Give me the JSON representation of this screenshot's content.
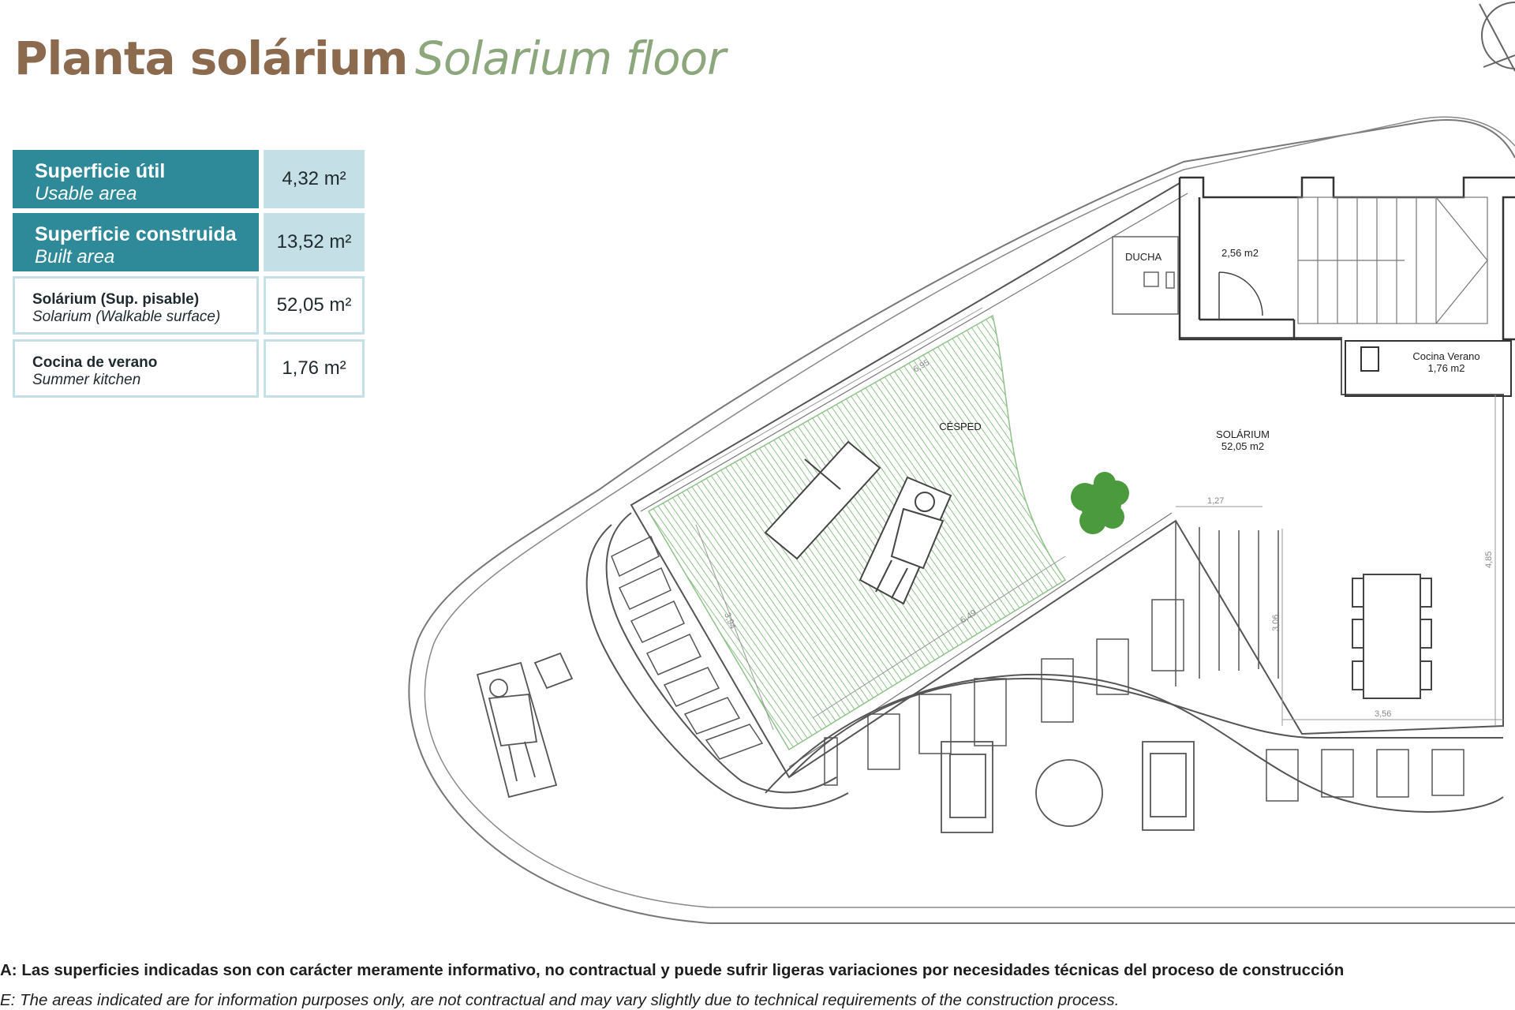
{
  "header": {
    "title_es": "Planta solárium",
    "title_en": "Solarium floor"
  },
  "areas": [
    {
      "label_es": "Superficie útil",
      "label_en": "Usable area",
      "value": "4,32 m²"
    },
    {
      "label_es": "Superficie construida",
      "label_en": "Built area",
      "value": "13,52 m²"
    },
    {
      "label_es": "Solárium (Sup. pisable)",
      "label_en": "Solarium (Walkable surface)",
      "value": "52,05 m²"
    },
    {
      "label_es": "Cocina de verano",
      "label_en": "Summer kitchen",
      "value": "1,76 m²"
    }
  ],
  "plan": {
    "labels": {
      "ducha": "DUCHA",
      "room_area": "2,56  m2",
      "cocina_line1": "Cocina  Verano",
      "cocina_line2": "1,76  m2",
      "solarium_line1": "SOLÁRIUM",
      "solarium_line2": "52,05  m2",
      "cesped": "CÉSPED"
    },
    "dimensions": {
      "d1": "6,95",
      "d2": "1,27",
      "d3": "4,85",
      "d4": "3,06",
      "d5": "3,56",
      "d6": "3,94",
      "d7": "6,49"
    },
    "colors": {
      "lawn": "#8fc28a",
      "line": "#555555",
      "tree": "#4c9a3e"
    }
  },
  "disclaimer": {
    "es": "A: Las superficies indicadas son con carácter meramente informativo, no contractual y puede sufrir ligeras variaciones por necesidades técnicas del proceso de construcción",
    "en": "E: The areas indicated are for information purposes only, are not contractual and may vary slightly due to technical requirements of the construction process."
  },
  "colors": {
    "title_es": "#8b6a4e",
    "title_en": "#8da77c",
    "table_dark": "#2e8a98",
    "table_light": "#c4dfe5"
  }
}
